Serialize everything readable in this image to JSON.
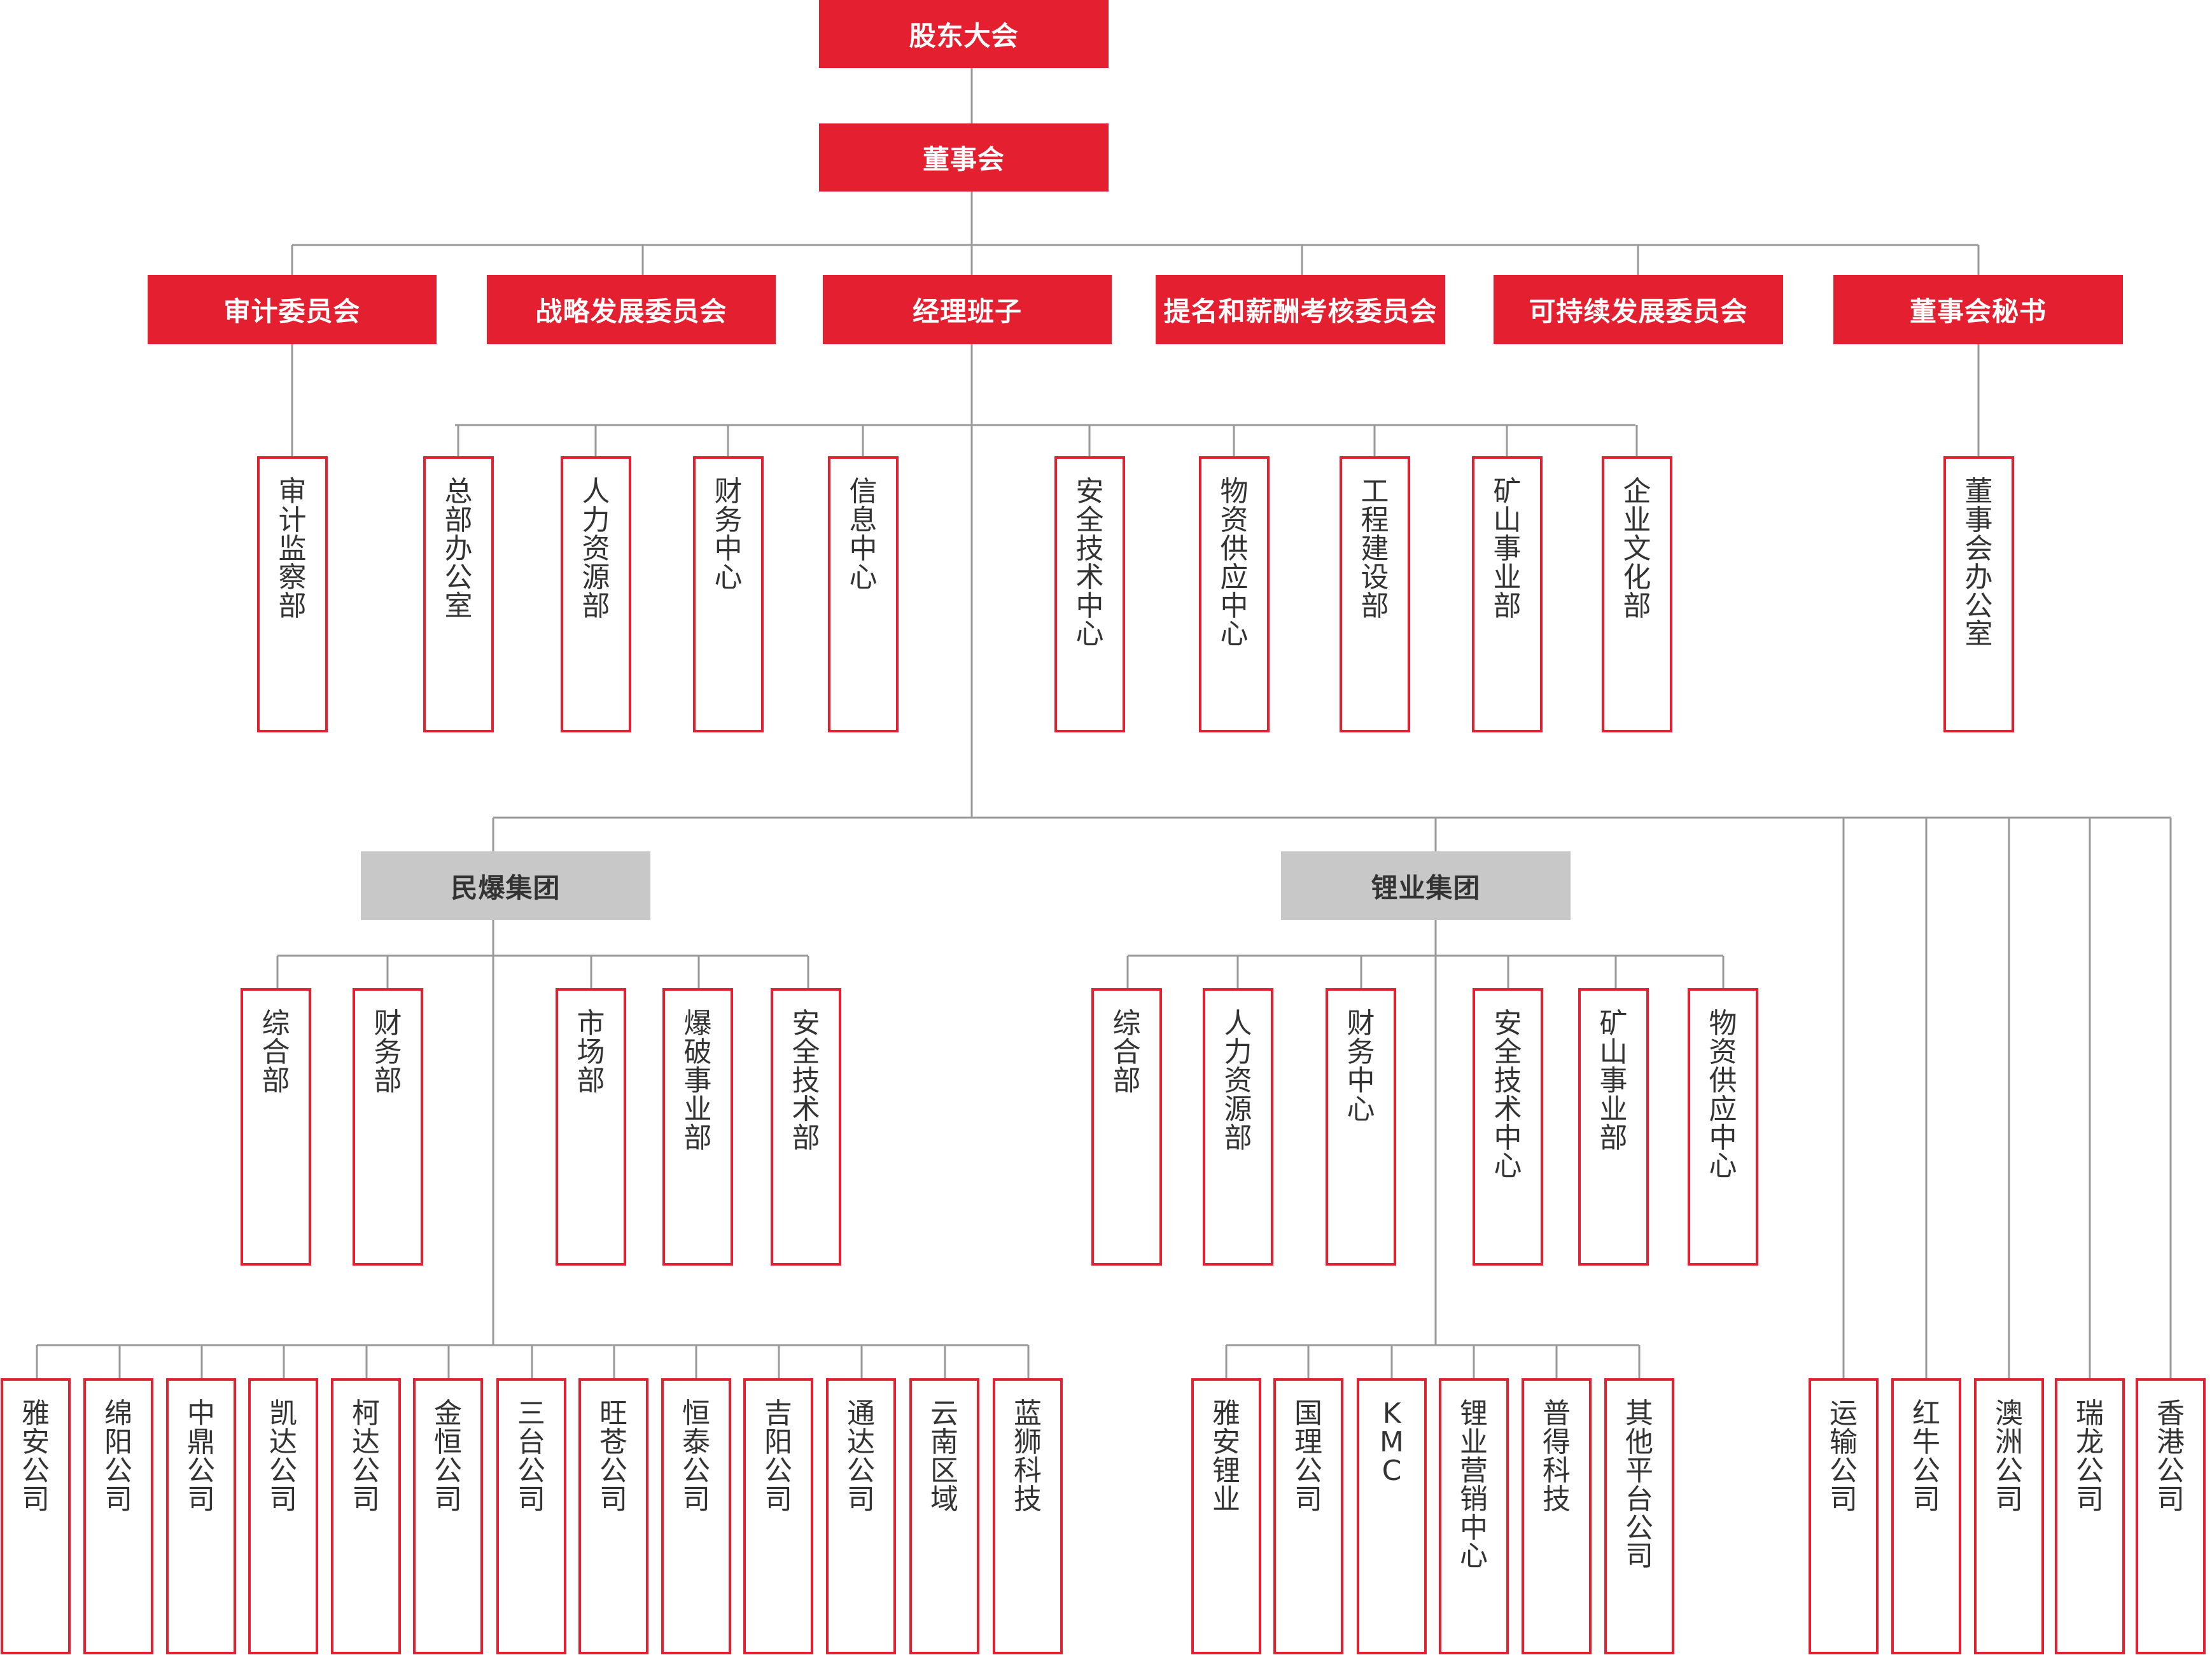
{
  "top": {
    "shareholders": "股东大会",
    "board": "董事会"
  },
  "committees": {
    "audit": "审计委员会",
    "strategy": "战略发展委员会",
    "management": "经理班子",
    "nomination": "提名和薪酬考核委员会",
    "sustainability": "可持续发展委员会",
    "secretary": "董事会秘书"
  },
  "hq": {
    "audit_dept": "审计监察部",
    "general_office": "总部办公室",
    "hr": "人力资源部",
    "finance": "财务中心",
    "info": "信息中心",
    "safety": "安全技术中心",
    "supply": "物资供应中心",
    "engineering": "工程建设部",
    "mining": "矿山事业部",
    "culture": "企业文化部",
    "board_office": "董事会办公室"
  },
  "groups": {
    "minbao": "民爆集团",
    "lithium": "锂业集团"
  },
  "minbao_depts": {
    "general": "综合部",
    "finance": "财务部",
    "market": "市场部",
    "blasting": "爆破事业部",
    "safety": "安全技术部"
  },
  "lithium_depts": {
    "general": "综合部",
    "hr": "人力资源部",
    "finance": "财务中心",
    "safety": "安全技术中心",
    "mining": "矿山事业部",
    "supply": "物资供应中心"
  },
  "minbao_companies": {
    "yaan": "雅安公司",
    "mianyang": "绵阳公司",
    "zhongding": "中鼎公司",
    "kaida": "凯达公司",
    "keda": "柯达公司",
    "jinheng": "金恒公司",
    "santai": "三台公司",
    "wangcang": "旺苍公司",
    "hengtai": "恒泰公司",
    "jiyang": "吉阳公司",
    "tongda": "通达公司",
    "yunnan": "云南区域",
    "lanshi": "蓝狮科技"
  },
  "lithium_companies": {
    "yaan_lithium": "雅安锂业",
    "guoli": "国理公司",
    "kmc": "KMC",
    "marketing": "锂业营销中心",
    "pude": "普得科技",
    "other_platform": "其他平台公司"
  },
  "other_companies": {
    "transport": "运输公司",
    "hongniu": "红牛公司",
    "australia": "澳洲公司",
    "ruilong": "瑞龙公司",
    "hongkong": "香港公司"
  },
  "colors": {
    "accent_red": "#e42030",
    "group_gray": "#c8c8c8",
    "connector": "#999999",
    "text_dark": "#333333"
  }
}
